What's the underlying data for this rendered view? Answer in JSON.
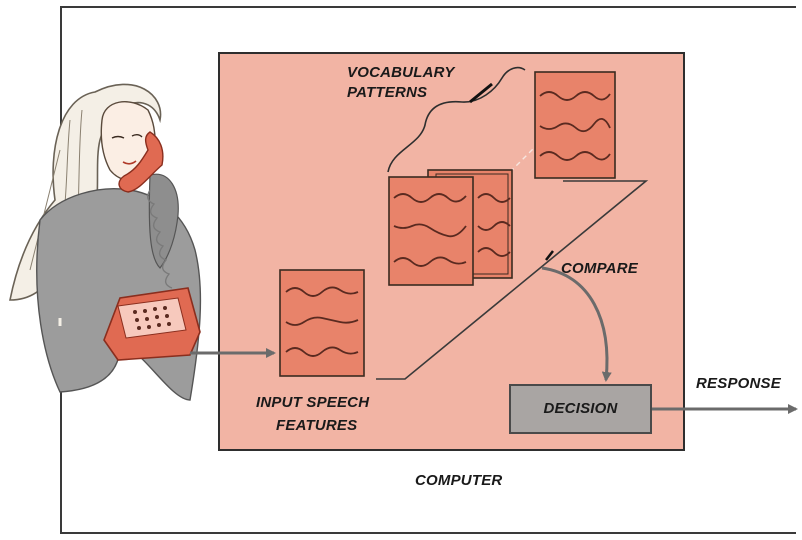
{
  "labels": {
    "vocabulary_line1": "VOCABULARY",
    "vocabulary_line2": "PATTERNS",
    "compare": "COMPARE",
    "input_line1": "INPUT SPEECH",
    "input_line2": "FEATURES",
    "decision": "DECISION",
    "response": "RESPONSE",
    "computer": "COMPUTER"
  },
  "colors": {
    "computer_fill": "#f2b4a4",
    "pattern_fill": "#e8836a",
    "decision_fill": "#a9a5a3",
    "phone_fill": "#e06a52",
    "wave_stroke": "#5a2a20",
    "arrow": "#6b6b6b"
  },
  "icons": {
    "person": "woman-on-telephone-illustration",
    "phone": "telephone-icon"
  }
}
